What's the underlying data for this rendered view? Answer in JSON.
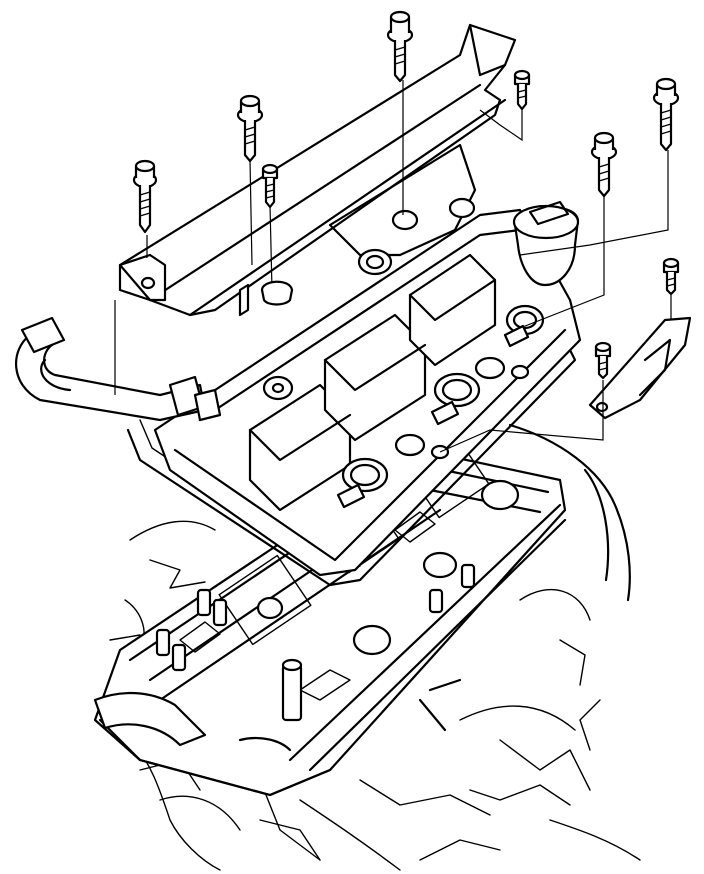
{
  "diagram": {
    "background": "#ffffff",
    "line_color": "#000000",
    "bolts": [
      {
        "type": "flange-bolt"
      },
      {
        "type": "flange-bolt"
      },
      {
        "type": "flange-bolt"
      },
      {
        "type": "flange-bolt"
      },
      {
        "type": "flange-bolt"
      },
      {
        "type": "small-bolt"
      },
      {
        "type": "small-bolt"
      },
      {
        "type": "small-bolt"
      },
      {
        "type": "small-bolt"
      }
    ],
    "parts": [
      "harness-bracket",
      "cylinder-head-cover",
      "breather-hose",
      "oil-filler-cap",
      "side-bracket",
      "cylinder-head",
      "engine-block"
    ]
  }
}
